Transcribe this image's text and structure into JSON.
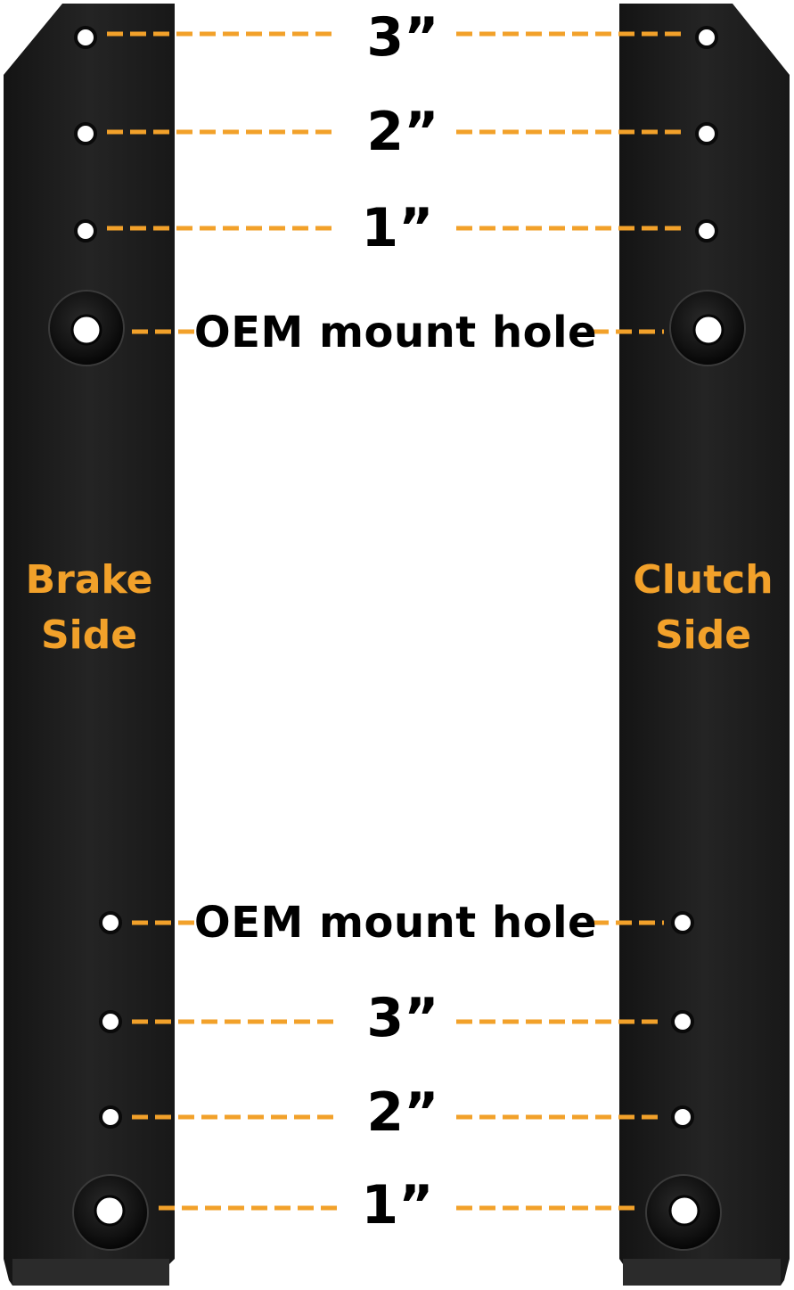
{
  "labels": {
    "size_3": "3”",
    "size_2": "2”",
    "size_1": "1”",
    "oem_mount_hole": "OEM mount hole"
  },
  "sides": {
    "brake": {
      "line1": "Brake",
      "line2": "Side"
    },
    "clutch": {
      "line1": "Clutch",
      "line2": "Side"
    }
  },
  "colors": {
    "plate": "#1e1e1e",
    "accent": "#f2a12a",
    "text": "#000000",
    "background": "#ffffff"
  },
  "icons": {
    "mount_hole": "hole-circle-icon",
    "oem_hole": "countersunk-hole-icon"
  }
}
